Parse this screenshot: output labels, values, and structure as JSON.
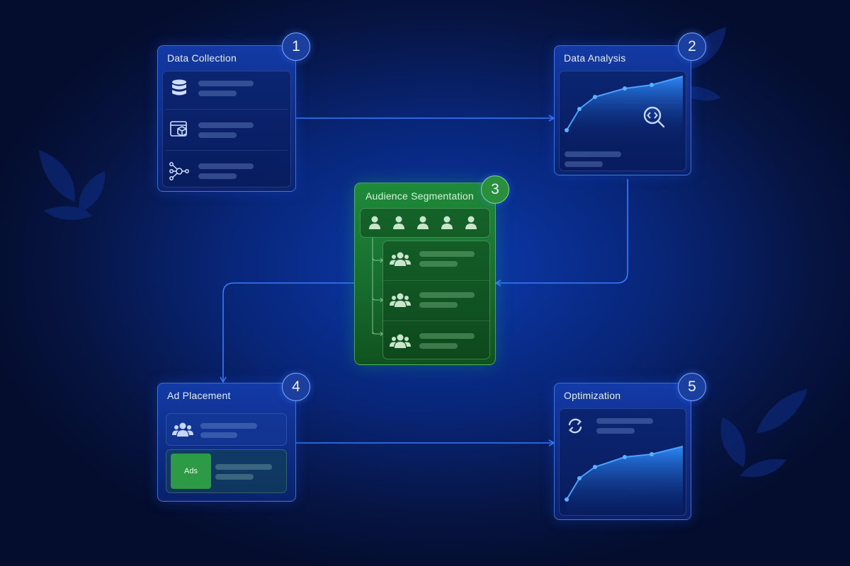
{
  "steps": [
    {
      "number": "1",
      "title": "Data Collection"
    },
    {
      "number": "2",
      "title": "Data Analysis"
    },
    {
      "number": "3",
      "title": "Audience Segmentation"
    },
    {
      "number": "4",
      "title": "Ad Placement"
    },
    {
      "number": "5",
      "title": "Optimization"
    }
  ],
  "ad_placement": {
    "ads_label": "Ads"
  },
  "icons": {
    "data_collection": [
      "database-icon",
      "browser-package-icon",
      "network-nodes-icon"
    ],
    "data_analysis": [
      "code-search-icon"
    ],
    "audience_segmentation": [
      "person-icon",
      "group-icon"
    ],
    "ad_placement": [
      "group-icon"
    ],
    "optimization": [
      "refresh-cycle-icon"
    ]
  },
  "colors": {
    "background": "#061442",
    "card_border": "#5a96ff",
    "connector": "#3a7bff",
    "segmentation_green": "#1f8a3a",
    "ads_green": "#2d9a45"
  }
}
